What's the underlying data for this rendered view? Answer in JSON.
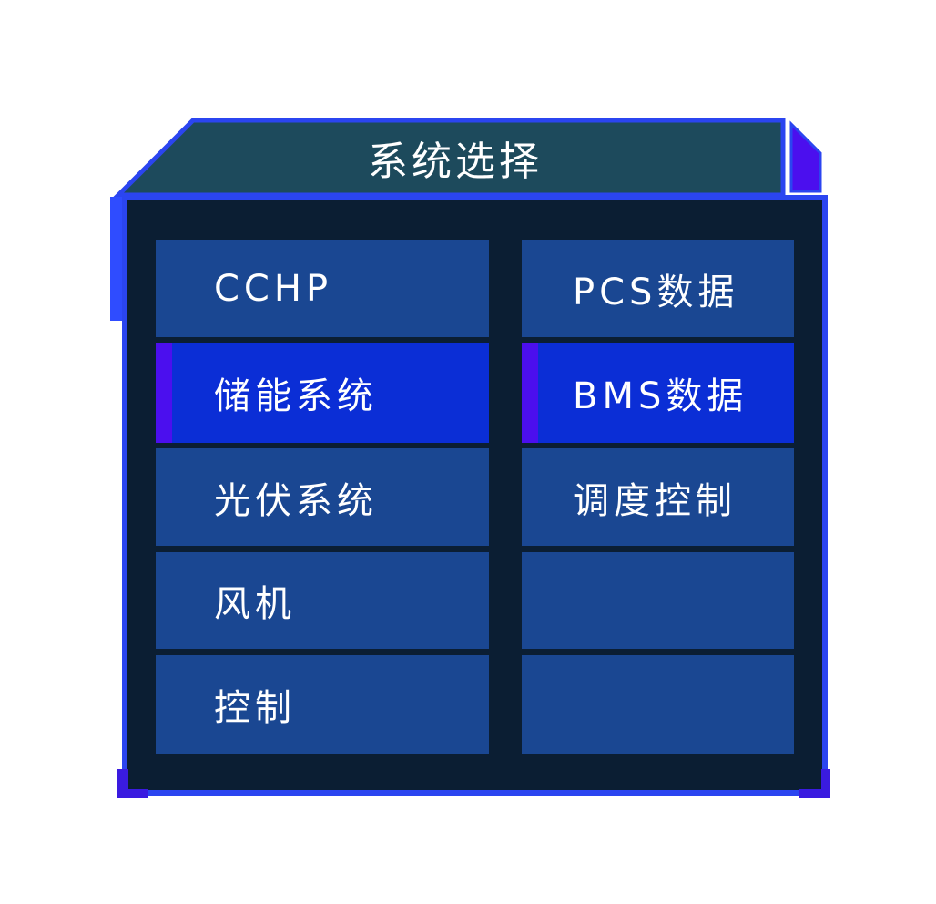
{
  "panel": {
    "title": "系统选择"
  },
  "colors": {
    "frame_border": "#2b45f0",
    "frame_fill": "#0b1e33",
    "title_bar": "#1d4a5c",
    "accent": "#4b0fee",
    "item_inactive": "#1a4792",
    "item_active": "#0b2ed6",
    "text": "#ffffff"
  },
  "menu": {
    "left": [
      {
        "label": "CCHP",
        "state": "inactive"
      },
      {
        "label": "储能系统",
        "state": "active"
      },
      {
        "label": "光伏系统",
        "state": "inactive"
      },
      {
        "label": "风机",
        "state": "inactive"
      },
      {
        "label": "控制",
        "state": "inactive"
      }
    ],
    "right": [
      {
        "label": "PCS数据",
        "state": "inactive"
      },
      {
        "label": "BMS数据",
        "state": "active"
      },
      {
        "label": "调度控制",
        "state": "inactive"
      },
      {
        "label": "",
        "state": "inactive"
      },
      {
        "label": "",
        "state": "inactive"
      }
    ]
  }
}
